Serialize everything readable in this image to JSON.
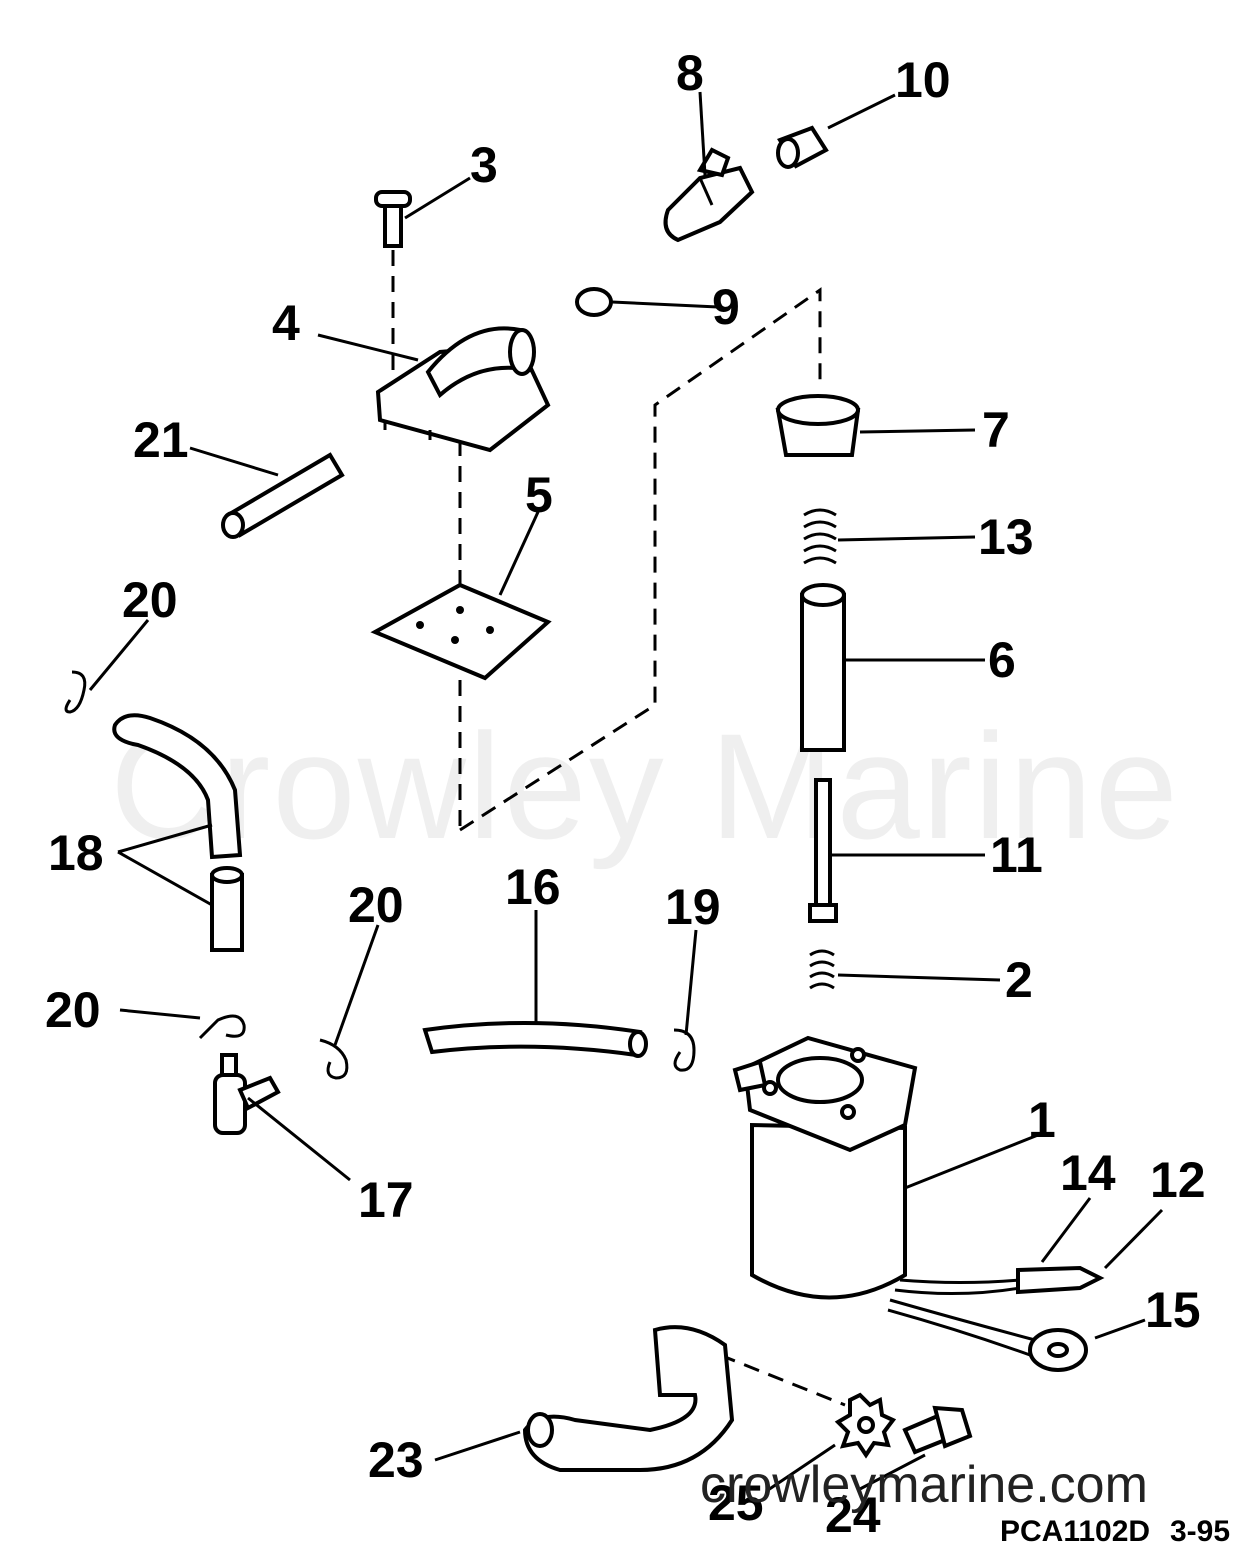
{
  "watermark": "Crowley Marine",
  "site": "crowleymarine.com",
  "drawing_code": "PCA1102D",
  "date_code": "3-95",
  "callouts": {
    "c1": "1",
    "c2": "2",
    "c3": "3",
    "c4": "4",
    "c5": "5",
    "c6": "6",
    "c7": "7",
    "c8": "8",
    "c9": "9",
    "c10": "10",
    "c11": "11",
    "c12": "12",
    "c13": "13",
    "c14": "14",
    "c15": "15",
    "c16": "16",
    "c17": "17",
    "c18": "18",
    "c19": "19",
    "c20a": "20",
    "c20b": "20",
    "c20c": "20",
    "c21": "21",
    "c23": "23",
    "c24": "24",
    "c25": "25"
  }
}
